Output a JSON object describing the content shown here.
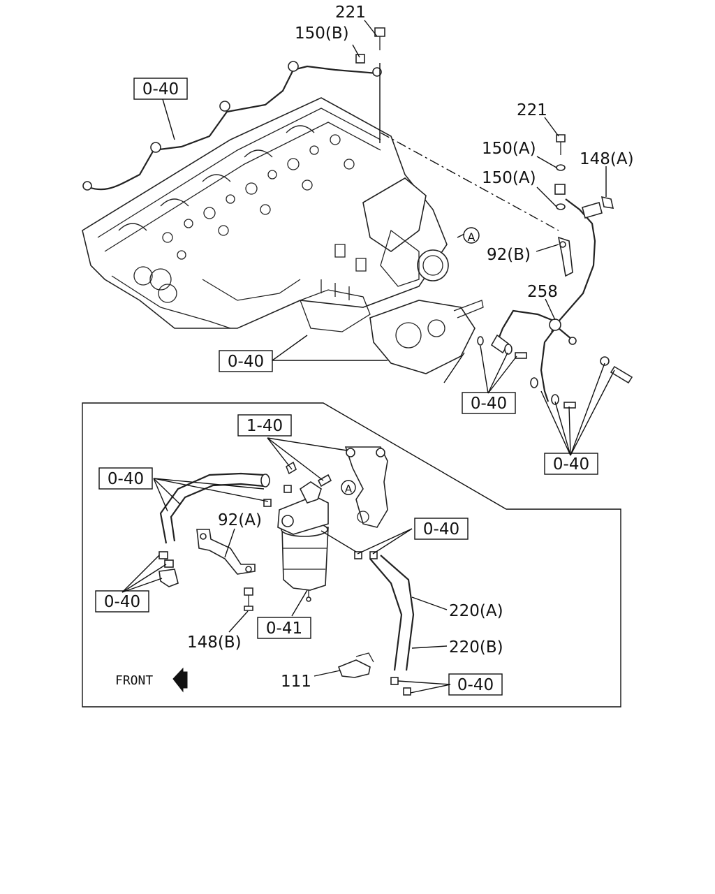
{
  "diagram": {
    "front_label": "FRONT",
    "circle_marker": "A",
    "callouts": {
      "c221_top": "221",
      "c150b": "150(B)",
      "c221_right": "221",
      "c150a_1": "150(A)",
      "c150a_2": "150(A)",
      "c148a": "148(A)",
      "c92b": "92(B)",
      "c258": "258",
      "c92a": "92(A)",
      "c148b": "148(B)",
      "c220a": "220(A)",
      "c220b": "220(B)",
      "c111": "111"
    },
    "boxes": {
      "b040_top_left": "0-40",
      "b040_mid_left": "0-40",
      "b040_mid_right": "0-40",
      "b040_right": "0-40",
      "b140": "1-40",
      "b040_inset_left": "0-40",
      "b040_inset_right": "0-40",
      "b040_inset_bottom_left": "0-40",
      "b041": "0-41",
      "b040_inset_bottom_right": "0-40"
    }
  }
}
